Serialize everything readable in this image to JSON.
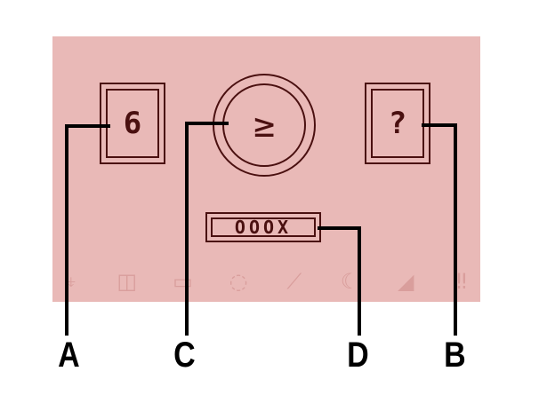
{
  "screen": {
    "left_display": "6",
    "center_symbol": "≥",
    "right_display": "?",
    "trial_indicator": "OOOX",
    "background_color": "#e9b9b7",
    "ink_color": "#4a1010"
  },
  "icon_bar": [
    {
      "name": "feed",
      "glyph": "⍖"
    },
    {
      "name": "lights",
      "glyph": "◫"
    },
    {
      "name": "play",
      "glyph": "▭"
    },
    {
      "name": "medicine",
      "glyph": "◌"
    },
    {
      "name": "bathroom",
      "glyph": "⟋"
    },
    {
      "name": "meter",
      "glyph": "☾"
    },
    {
      "name": "discipline",
      "glyph": "◢"
    },
    {
      "name": "attention",
      "glyph": "‼"
    }
  ],
  "callouts": {
    "a": "A",
    "b": "B",
    "c": "C",
    "d": "D"
  }
}
